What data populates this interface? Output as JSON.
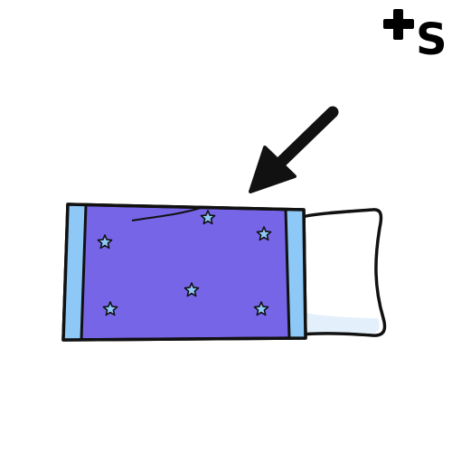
{
  "logo": {
    "plus_icon": "plus-icon",
    "letter": "S"
  },
  "illustration": {
    "subject": "pillow-in-pillowcase",
    "pointer": "arrow-down-left-icon",
    "star_icon": "star-icon",
    "star_count": 6
  },
  "colors": {
    "pillowcase": "#7765e8",
    "pillowcase_band": "#8ec8f6",
    "star": "#8ec8f6",
    "pillow": "#ffffff",
    "pillow_shadow": "#e3f0fb",
    "outline": "#111111",
    "arrow": "#111111",
    "background": "#ffffff"
  }
}
